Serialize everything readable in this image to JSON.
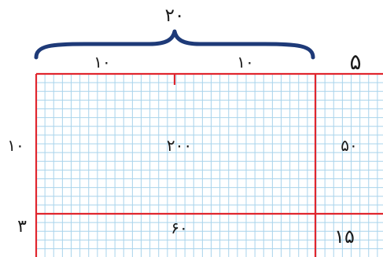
{
  "diagram": {
    "brace_total_label": "۲۰",
    "brace_left_label": "۱۰",
    "brace_right_label": "۱۰",
    "right_column_label": "۵",
    "top_row_label": "۱۰",
    "bottom_row_label": "۳",
    "cell_top_left": "۲۰۰",
    "cell_top_right": "۵۰",
    "cell_bottom_left": "۶۰",
    "cell_bottom_right": "۱۵"
  },
  "colors": {
    "grid": "#a9d4ec",
    "partition": "#e0262e",
    "brace": "#1e3a78",
    "text": "#1a1a1a"
  }
}
